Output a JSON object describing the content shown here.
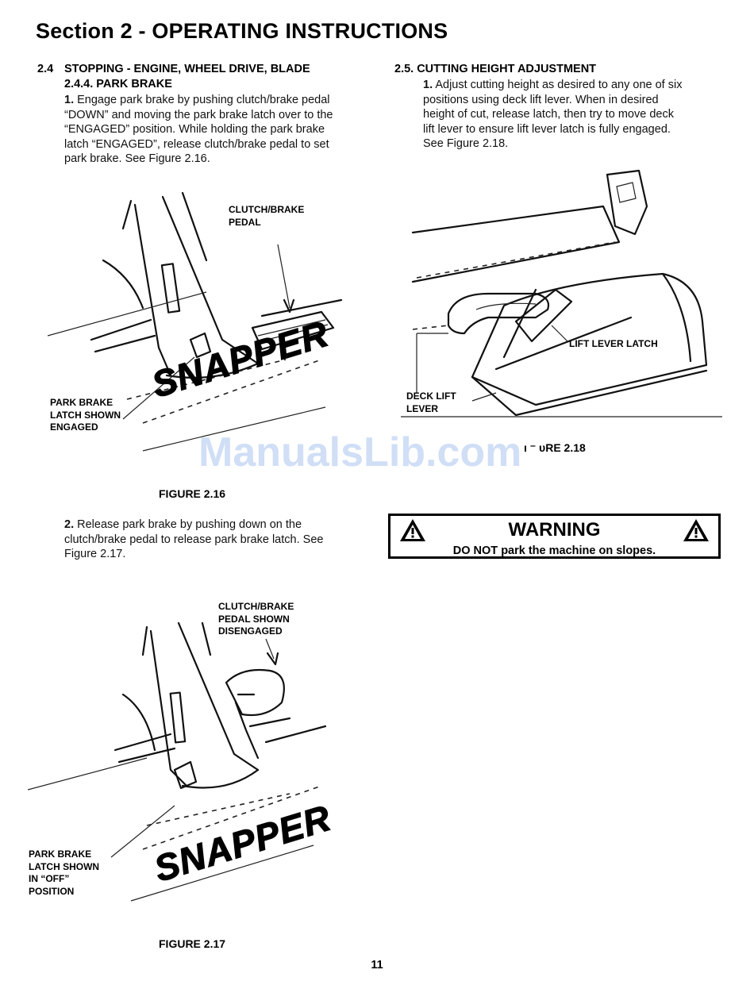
{
  "header": {
    "title": "Section 2 - OPERATING INSTRUCTIONS"
  },
  "left_column": {
    "heading_num": "2.4",
    "heading_text": "STOPPING - ENGINE, WHEEL DRIVE, BLADE",
    "subheading": "2.4.4.  PARK BRAKE",
    "step1_num": "1.",
    "step1_lines": [
      "Engage park brake by pushing clutch/brake pedal",
      "“DOWN” and moving the park brake latch over to the",
      "“ENGAGED” position.  While holding the park brake",
      "latch “ENGAGED”, release clutch/brake pedal to set",
      "park brake. See Figure 2.16."
    ],
    "figure16": {
      "callout_pedal": "CLUTCH/BRAKE\nPEDAL",
      "callout_latch": "PARK BRAKE\nLATCH SHOWN\nENGAGED",
      "brand": "SNAPPER",
      "caption": "FIGURE 2.16"
    },
    "step2_num": "2.",
    "step2_lines": [
      "Release park brake by pushing down on the",
      "clutch/brake pedal to release park brake latch. See",
      "Figure 2.17."
    ],
    "figure17": {
      "callout_pedal": "CLUTCH/BRAKE\nPEDAL SHOWN\nDISENGAGED",
      "callout_latch": "PARK BRAKE\nLATCH SHOWN\nIN “OFF”\nPOSITION",
      "brand": "SNAPPER",
      "caption": "FIGURE 2.17"
    }
  },
  "right_column": {
    "heading": "2.5.  CUTTING HEIGHT ADJUSTMENT",
    "step1_num": "1.",
    "step1_lines": [
      "Adjust cutting height as desired to any one of six",
      "positions  using  deck  lift  lever.  When  in  desired",
      "height of cut, release latch, then try to move deck",
      "lift lever to ensure lift lever latch is fully engaged.",
      "See Figure 2.18."
    ],
    "figure18": {
      "callout_latch": "LIFT LEVER LATCH",
      "callout_lever": "DECK LIFT\nLEVER",
      "caption": "ı ⁻ ᴜRE 2.18"
    },
    "warning": {
      "title": "WARNING",
      "text": "DO NOT park the machine on slopes."
    }
  },
  "footer": {
    "page_number": "11"
  },
  "watermark": "ManualsLib.com"
}
